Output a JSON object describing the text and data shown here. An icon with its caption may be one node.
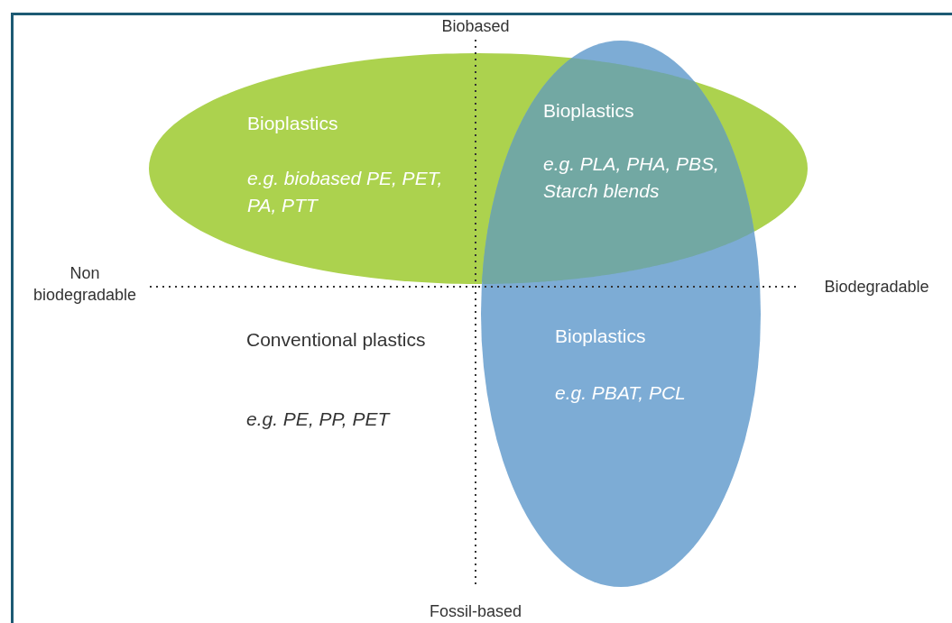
{
  "diagram": {
    "nodes": [
      {
        "text": [
          "Bioplastics",
          "e.g. biobased PE, PET, PA, PTT"
        ]
      },
      {
        "text": [
          "Bioplastics",
          "e.g. PLA, PHA, PBS, Starch blends"
        ]
      },
      {
        "text": [
          "Bioplastics",
          "e.g. PBAT, PCL"
        ]
      }
    ],
    "labels": [
      "Biobased",
      "Non biodegradable",
      "Biodegradable",
      "Conventional plastics",
      "e.g. PE, PP, PET",
      "Fossil-based"
    ]
  }
}
